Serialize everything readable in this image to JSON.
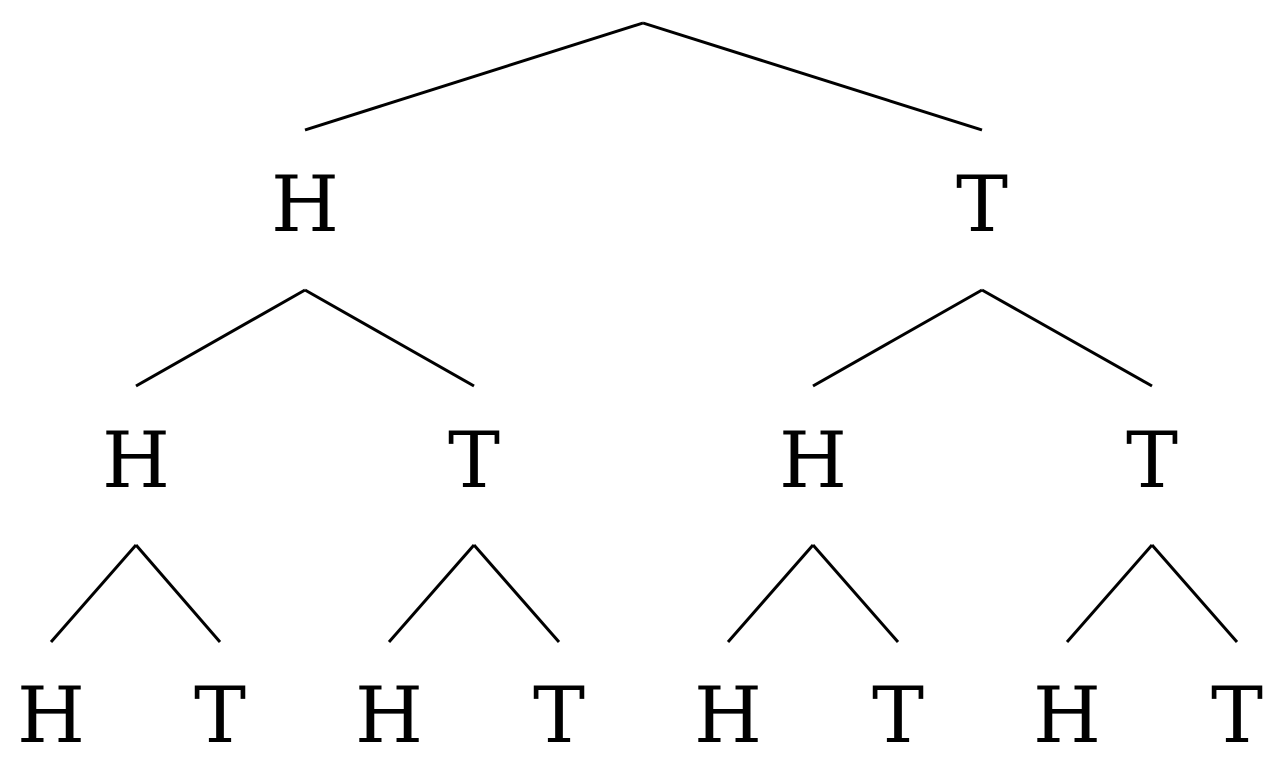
{
  "tree": {
    "root": "",
    "level1": [
      "H",
      "T"
    ],
    "level2": [
      "H",
      "T",
      "H",
      "T"
    ],
    "level3": [
      "H",
      "T",
      "H",
      "T",
      "H",
      "T",
      "H",
      "T"
    ]
  },
  "colors": {
    "background": "#ffffff",
    "line": "#000000",
    "text": "#000000"
  }
}
